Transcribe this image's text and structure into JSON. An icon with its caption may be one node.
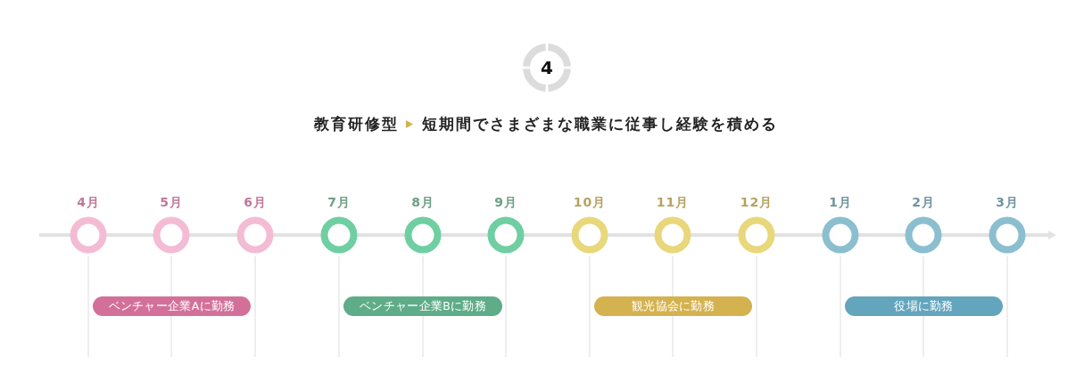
{
  "diagram": {
    "title": "教育研修型",
    "nodes": [
      {
        "text": [
          "4月"
        ]
      },
      {
        "text": [
          "5月"
        ]
      },
      {
        "text": [
          "6月"
        ]
      },
      {
        "text": [
          "7月"
        ]
      },
      {
        "text": [
          "8月"
        ]
      },
      {
        "text": [
          "9月"
        ]
      },
      {
        "text": [
          "10月"
        ]
      },
      {
        "text": [
          "11月"
        ]
      },
      {
        "text": [
          "12月"
        ]
      },
      {
        "text": [
          "1月"
        ]
      },
      {
        "text": [
          "2月"
        ]
      },
      {
        "text": [
          "3月"
        ]
      },
      {
        "text": [
          "ベンチャー企業Aに勤務"
        ]
      },
      {
        "text": [
          "ベンチャー企業Bに勤務"
        ]
      },
      {
        "text": [
          "観光協会に勤務"
        ]
      },
      {
        "text": [
          "役場に勤務"
        ]
      }
    ],
    "labels": [
      "4",
      "短期間でさまざまな職業に従事し経験を積める"
    ]
  }
}
